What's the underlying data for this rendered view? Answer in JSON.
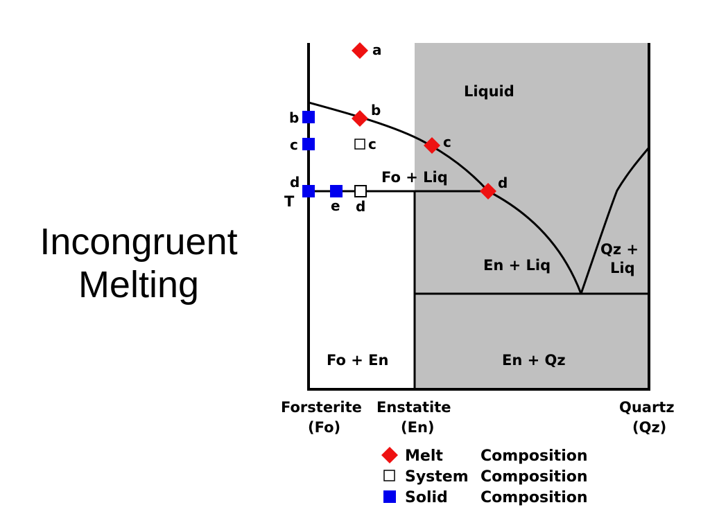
{
  "slide": {
    "title_line1": "Incongruent",
    "title_line2": "Melting"
  },
  "diagram": {
    "fields": {
      "liquid": "Liquid",
      "fo_liq": "Fo + Liq",
      "en_liq": "En + Liq",
      "qz_liq_1": "Qz +",
      "qz_liq_2": "Liq",
      "fo_en": "Fo + En",
      "en_qz": "En + Qz"
    },
    "axis": {
      "forsterite": "Forsterite",
      "forsterite_abbr": "(Fo)",
      "enstatite": "Enstatite",
      "enstatite_abbr": "(En)",
      "quartz": "Quartz",
      "quartz_abbr": "(Qz)"
    },
    "temperature_label": "T",
    "points": {
      "melt_a": "a",
      "melt_b": "b",
      "melt_c": "c",
      "melt_d": "d",
      "solid_b": "b",
      "solid_c": "c",
      "solid_d": "d",
      "solid_e": "e",
      "system_c": "c",
      "system_d": "d"
    },
    "legend": {
      "melt": "Melt",
      "system": "System",
      "solid": "Solid",
      "composition_1": "Composition",
      "composition_2": "Composition",
      "composition_3": "Composition"
    },
    "colors": {
      "melt": "#ee1111",
      "solid": "#0000ee",
      "shade": "#c0c0c0"
    }
  }
}
